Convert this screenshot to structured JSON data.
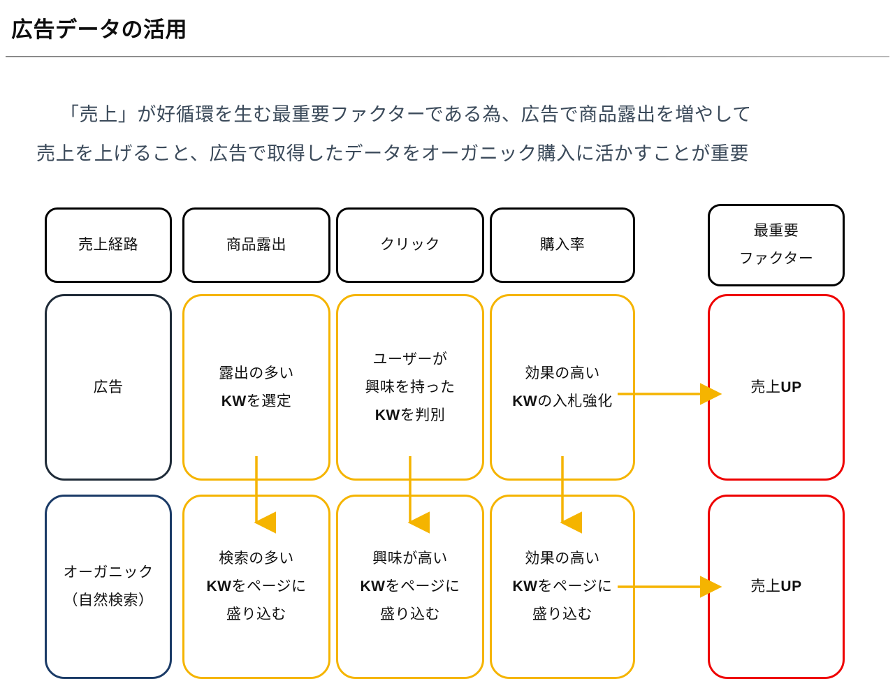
{
  "slide": {
    "title": "広告データの活用",
    "lead_line_1": "「売上」が好循環を生む最重要ファクターである為、広告で商品露出を増やして",
    "lead_line_2": "売上を上げること、広告で取得したデータをオーガニック購入に活かすことが重要"
  },
  "colors": {
    "title": "#0d0d0d",
    "body_text": "#3b4a5a",
    "header_box_border": "#000000",
    "ad_box_border": "#1f2b38",
    "organic_box_border": "#1b3b67",
    "step_box_border": "#f5b400",
    "result_box_border": "#ee0000",
    "arrow": "#f5b400",
    "divider": "#9a9a9a"
  },
  "diagram": {
    "headers": [
      {
        "label": "売上経路"
      },
      {
        "label": "商品露出"
      },
      {
        "label": "クリック"
      },
      {
        "label": "購入率"
      },
      {
        "label_line1": "最重要",
        "label_line2": "ファクター"
      }
    ],
    "ad_row": {
      "channel": "広告",
      "exposure_line1": "露出の多い",
      "exposure_line2_bold": "KW",
      "exposure_line2_rest": "を選定",
      "click_line1": "ユーザーが",
      "click_line2": "興味を持った",
      "click_line3_bold": "KW",
      "click_line3_rest": "を判別",
      "cvr_line1": "効果の高い",
      "cvr_line2_bold": "KW",
      "cvr_line2_rest": "の入札強化",
      "result_text": "売上",
      "result_bold": "UP"
    },
    "organic_row": {
      "channel_line1": "オーガニック",
      "channel_line2": "（自然検索）",
      "exposure_line1": "検索の多い",
      "exposure_line2_bold": "KW",
      "exposure_line2_rest": "をページに",
      "exposure_line3": "盛り込む",
      "click_line1": "興味が高い",
      "click_line2_bold": "KW",
      "click_line2_rest": "をページに",
      "click_line3": "盛り込む",
      "cvr_line1": "効果の高い",
      "cvr_line2_bold": "KW",
      "cvr_line2_rest": "をページに",
      "cvr_line3": "盛り込む",
      "result_text": "売上",
      "result_bold": "UP"
    }
  }
}
